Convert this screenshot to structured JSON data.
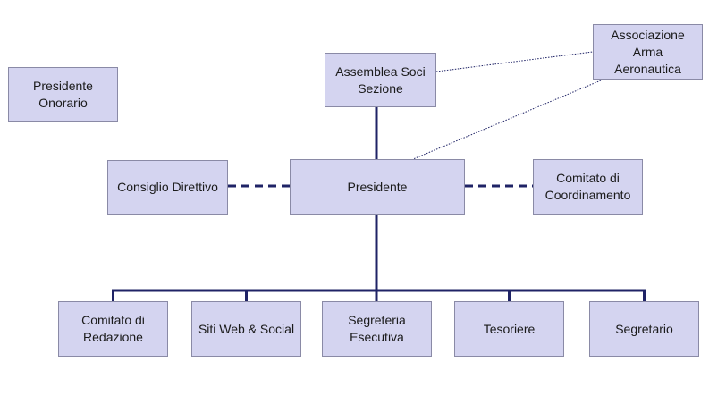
{
  "nodes": {
    "presidente_onorario": "Presidente\nOnorario",
    "assemblea": "Assemblea Soci\nSezione",
    "associazione": "Associazione\nArma\nAeronautica",
    "consiglio": "Consiglio Direttivo",
    "presidente": "Presidente",
    "comitato_coord": "Comitato di\nCoordinamento",
    "comitato_redazione": "Comitato di\nRedazione",
    "siti_web": "Siti Web & Social",
    "segreteria": "Segreteria\nEsecutiva",
    "tesoriere": "Tesoriere",
    "segretario": "Segretario"
  },
  "colors": {
    "box_fill": "#d4d4f0",
    "box_border": "#8a8aa6",
    "connector": "#1f2366"
  }
}
